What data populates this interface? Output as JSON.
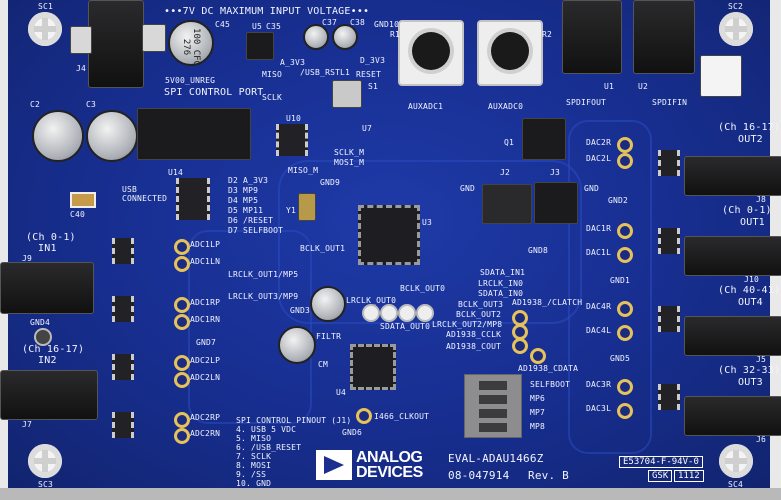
{
  "board": {
    "title": "EVAL-ADAU1466Z",
    "part_number": "08-047914",
    "revision": "Rev. B",
    "brand": "ANALOG DEVICES",
    "brand_line1": "ANALOG",
    "brand_line2": "DEVICES",
    "pcb_code": "E53704-F-94V-0",
    "pcb_mark": "GSK",
    "pcb_mark2": "1112",
    "warning": "•••7V DC MAXIMUM INPUT VOLTAGE•••",
    "colors": {
      "pcb": "#172e8f",
      "silkscreen": "#f2f4ff",
      "pads": "#e5c25a"
    }
  },
  "top": {
    "c45": "C45",
    "u5": "U5",
    "c35": "C35",
    "c37": "C37",
    "c38": "C38",
    "gnd10": "GND10",
    "a3v3": "A_3V3",
    "d3v3": "D_3V3",
    "reset": "RESET",
    "unreg": "5V00_UNREG",
    "spi_port": "SPI CONTROL PORT",
    "miso": "MISO",
    "usb_rst": "/USB_RST",
    "l1": "L1",
    "sclk": "SCLK",
    "s1": "S1",
    "j4": "J4",
    "r1": "R1",
    "r2": "R2",
    "auxadc1": "AUXADC1",
    "auxadc0": "AUXADC0",
    "spdifout": "SPDIFOUT",
    "spdifin": "SPDIFIN",
    "u1": "U1",
    "u2": "U2",
    "cap100": "100 CFC 276"
  },
  "left": {
    "c2": "C2",
    "c3": "C3",
    "usb_connected": "USB\nCONNECTED",
    "u14": "U14",
    "c40": "C40",
    "ch01": "(Ch 0-1)",
    "in1": "IN1",
    "j9": "J9",
    "gnd4": "GND4",
    "ch1617": "(Ch 16-17)",
    "in2": "IN2",
    "j7": "J7",
    "adc1lp": "ADC1LP",
    "adc1ln": "ADC1LN",
    "adc1rp": "ADC1RP",
    "adc1rn": "ADC1RN",
    "adc2lp": "ADC2LP",
    "adc2ln": "ADC2LN",
    "adc2rp": "ADC2RP",
    "adc2rn": "ADC2RN",
    "gnd7": "GND7"
  },
  "leds": [
    "D2  A_3V3",
    "D3  MP9",
    "D4  MP5",
    "D5  MP11",
    "D6  /RESET",
    "D7  SELFBOOT"
  ],
  "center": {
    "u10": "U10",
    "u7": "U7",
    "sclk_m": "SCLK_M",
    "mosi_m": "MOSI_M",
    "miso_m": "MISO_M",
    "gnd9": "GND9",
    "y1": "Y1",
    "u3": "U3",
    "bclk_out1": "BCLK_OUT1",
    "lrclk_out1": "LRCLK_OUT1/MP5",
    "lrclk_out3": "LRCLK_OUT3/MP9",
    "bclk_out0": "BCLK_OUT0",
    "lrclk_out0": "LRCLK_OUT0",
    "sdata_out0": "SDATA_OUT0",
    "filtr": "FILTR",
    "cm": "CM",
    "u4": "U4",
    "i466_clkout": "I466_CLKOUT",
    "gnd6": "GND6",
    "gnd3": "GND3",
    "sdata_in1": "SDATA_IN1",
    "lrclk_in0": "LRCLK_IN0",
    "sdata_in0": "SDATA_IN0",
    "bclk_out3": "BCLK_OUT3",
    "bclk_out2": "BCLK_OUT2",
    "lrclk_out2": "LRCLK_OUT2/MP8",
    "clatch": "AD1938_/CLATCH",
    "cclk": "AD1938_CCLK",
    "cout": "AD1938_COUT",
    "cdata": "AD1938_CDATA",
    "selfboot": "SELFBOOT",
    "mp6": "MP6",
    "mp7": "MP7",
    "mp8": "MP8",
    "j2": "J2",
    "j3": "J3",
    "gnd": "GND",
    "gnd_r": "GND",
    "q1": "Q1",
    "gnd8": "GND8"
  },
  "spi_pinout": {
    "title": "SPI CONTROL PINOUT (J1)",
    "pins": [
      "4. USB 5 VDC",
      "5. MISO",
      "6. /USB_RESET",
      "7. SCLK",
      "8. MOSI",
      "9. /SS",
      "10. GND"
    ]
  },
  "right": {
    "dac2r": "DAC2R",
    "dac2l": "DAC2L",
    "gnd2": "GND2",
    "dac1r": "DAC1R",
    "dac1l": "DAC1L",
    "gnd1": "GND1",
    "dac4r": "DAC4R",
    "dac4l": "DAC4L",
    "gnd5": "GND5",
    "dac3r": "DAC3R",
    "dac3l": "DAC3L",
    "out2_ch": "(Ch 16-17)",
    "out2": "OUT2",
    "j8": "J8",
    "out1_ch": "(Ch 0-1)",
    "out1": "OUT1",
    "j10": "J10",
    "out4_ch": "(Ch 40-41)",
    "out4": "OUT4",
    "j5": "J5",
    "out3_ch": "(Ch 32-33)",
    "out3": "OUT3",
    "j6": "J6"
  },
  "corners": {
    "sc1": "SC1",
    "sc2": "SC2",
    "sc3": "SC3",
    "sc4": "SC4"
  }
}
